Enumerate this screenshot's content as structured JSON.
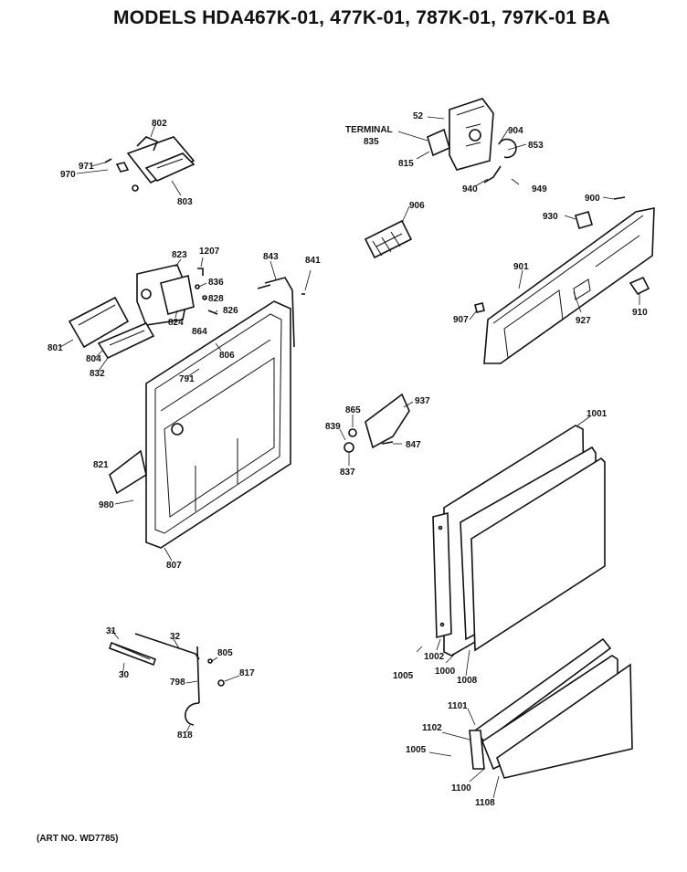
{
  "title": "MODELS HDA467K-01, 477K-01, 787K-01, 797K-01 BA",
  "art_number": "(ART NO. WD7785)",
  "parts": {
    "p802": "802",
    "p971": "971",
    "p970": "970",
    "p803": "803",
    "p52": "52",
    "terminal": "TERMINAL",
    "p835": "835",
    "p815": "815",
    "p904": "904",
    "p853": "853",
    "p940": "940",
    "p949": "949",
    "p906": "906",
    "p900": "900",
    "p930": "930",
    "p823": "823",
    "p1207": "1207",
    "p843": "843",
    "p841": "841",
    "p836": "836",
    "p828": "828",
    "p826": "826",
    "p824": "824",
    "p864": "864",
    "p806": "806",
    "p801": "801",
    "p804": "804",
    "p832": "832",
    "p791": "791",
    "p821": "821",
    "p980": "980",
    "p807": "807",
    "p901": "901",
    "p907": "907",
    "p927": "927",
    "p910": "910",
    "p865": "865",
    "p937": "937",
    "p839": "839",
    "p847": "847",
    "p837": "837",
    "p1001": "1001",
    "p1005a": "1005",
    "p1002": "1002",
    "p1000": "1000",
    "p1008": "1008",
    "p31": "31",
    "p32": "32",
    "p30": "30",
    "p805": "805",
    "p798": "798",
    "p817": "817",
    "p818": "818",
    "p1101": "1101",
    "p1102": "1102",
    "p1005b": "1005",
    "p1100": "1100",
    "p1108": "1108"
  }
}
